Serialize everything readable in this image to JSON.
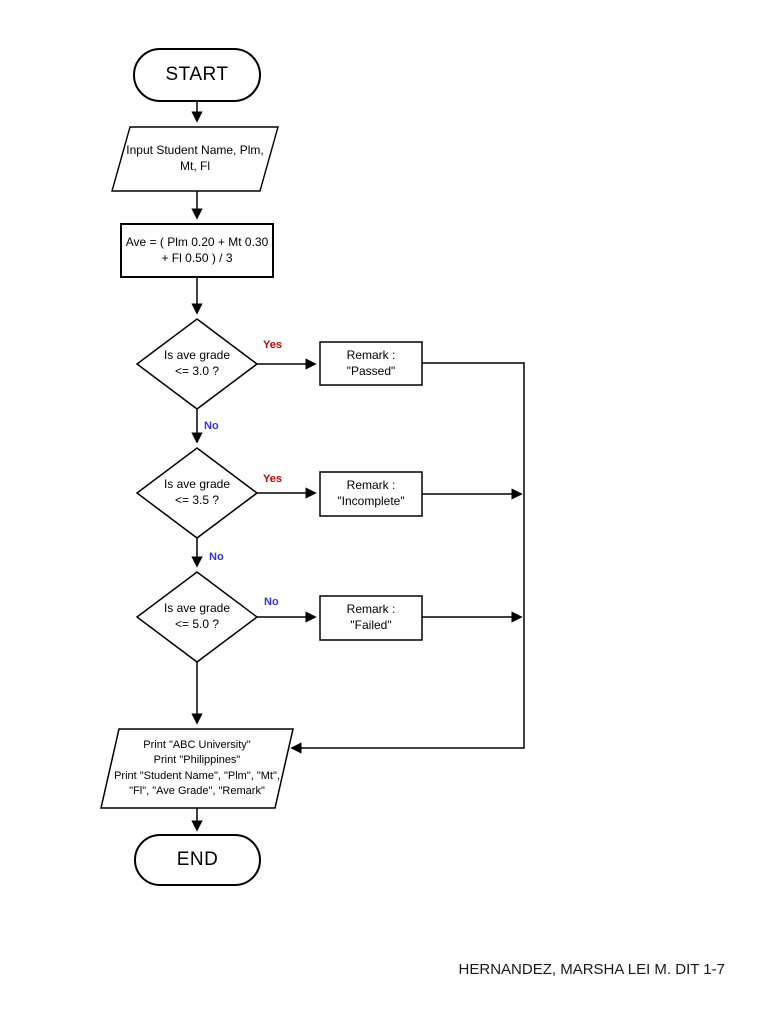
{
  "page": {
    "background": "#ffffff"
  },
  "flowchart": {
    "colors": {
      "stroke": "#000000",
      "shape_fill": "#ffffff",
      "yes_label": "#cc0000",
      "no_label": "#3333ff"
    },
    "nodes": {
      "start": {
        "type": "terminator",
        "label": "START"
      },
      "input": {
        "type": "input-output",
        "label": "Input Student Name, Plm,\nMt, Fl"
      },
      "average": {
        "type": "process",
        "label": "Ave = ( Plm 0.20 + Mt 0.30\n+ Fl 0.50 ) / 3"
      },
      "decision1": {
        "type": "decision",
        "label": "Is ave grade\n<= 3.0 ?"
      },
      "remark_passed": {
        "type": "process",
        "label": "Remark :\n\"Passed\""
      },
      "decision2": {
        "type": "decision",
        "label": "Is ave grade\n<= 3.5 ?"
      },
      "remark_incomplete": {
        "type": "process",
        "label": "Remark :\n\"Incomplete\""
      },
      "decision3": {
        "type": "decision",
        "label": "Is ave grade\n<= 5.0 ?"
      },
      "remark_failed": {
        "type": "process",
        "label": "Remark :\n\"Failed\""
      },
      "print": {
        "type": "input-output",
        "label": "Print \"ABC University\"\nPrint \"Philippines\"\nPrint \"Student Name\", \"Plm\", \"Mt\",\n\"Fl\", \"Ave Grade\", \"Remark\""
      },
      "end": {
        "type": "terminator",
        "label": "END"
      }
    },
    "edge_labels": {
      "decision1_yes": "Yes",
      "decision1_no": "No",
      "decision2_yes": "Yes",
      "decision2_no": "No",
      "decision3_no": "No"
    }
  },
  "footer": {
    "author": "HERNANDEZ, MARSHA LEI M. DIT 1-7"
  }
}
